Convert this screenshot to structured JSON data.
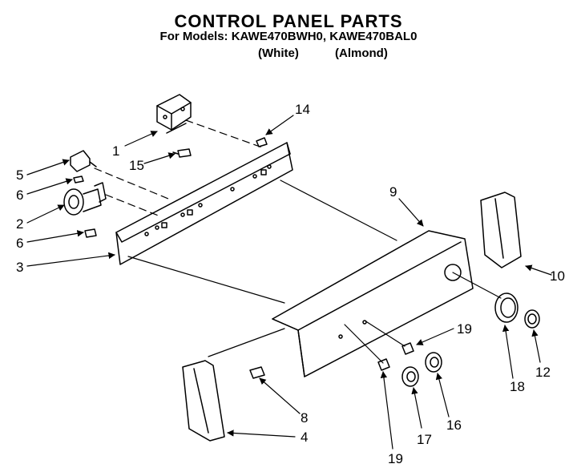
{
  "header": {
    "title": "CONTROL PANEL PARTS",
    "models": "For Models: KAWE470BWH0, KAWE470BAL0",
    "variant_white": "(White)",
    "variant_almond": "(Almond)"
  },
  "callouts": [
    "1",
    "14",
    "15",
    "5",
    "6",
    "2",
    "6",
    "3",
    "9",
    "10",
    "19",
    "18",
    "12",
    "8",
    "4",
    "19",
    "17",
    "16"
  ]
}
